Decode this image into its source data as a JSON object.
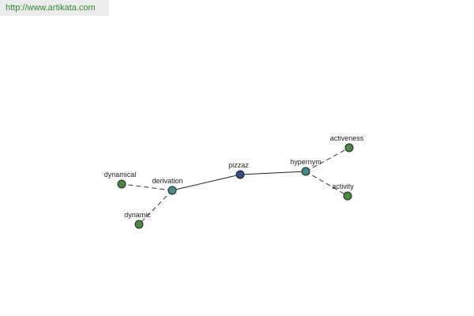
{
  "source_url": "http://www.artikata.com",
  "colors": {
    "center_node": "#3c4a8a",
    "relation_node": "#3f8f8f",
    "leaf_node": "#4a8a3e",
    "url_text": "#2e8b2e"
  },
  "graph": {
    "nodes": [
      {
        "id": "pizzaz",
        "label": "pizzaz",
        "kind": "center"
      },
      {
        "id": "derivation",
        "label": "derivation",
        "kind": "relation"
      },
      {
        "id": "hypernym",
        "label": "hypernym",
        "kind": "relation"
      },
      {
        "id": "dynamical",
        "label": "dynamical",
        "kind": "leaf"
      },
      {
        "id": "dynamic",
        "label": "dynamic",
        "kind": "leaf"
      },
      {
        "id": "activeness",
        "label": "activeness",
        "kind": "leaf"
      },
      {
        "id": "activity",
        "label": "activity",
        "kind": "leaf"
      }
    ],
    "edges": [
      {
        "from": "pizzaz",
        "to": "derivation",
        "style": "solid"
      },
      {
        "from": "pizzaz",
        "to": "hypernym",
        "style": "solid"
      },
      {
        "from": "derivation",
        "to": "dynamical",
        "style": "dashed"
      },
      {
        "from": "derivation",
        "to": "dynamic",
        "style": "dashed"
      },
      {
        "from": "hypernym",
        "to": "activeness",
        "style": "dashed"
      },
      {
        "from": "hypernym",
        "to": "activity",
        "style": "dashed"
      }
    ]
  }
}
